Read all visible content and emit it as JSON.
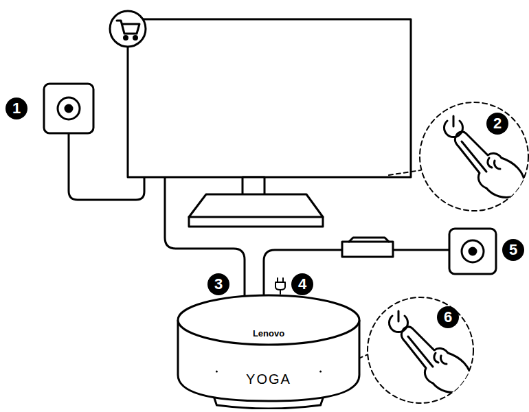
{
  "diagram": {
    "nodes": [
      {
        "text": [
          "Lenovo",
          "YOGA"
        ]
      }
    ],
    "labels": [
      "1",
      "2",
      "3",
      "4",
      "5",
      "6"
    ]
  }
}
